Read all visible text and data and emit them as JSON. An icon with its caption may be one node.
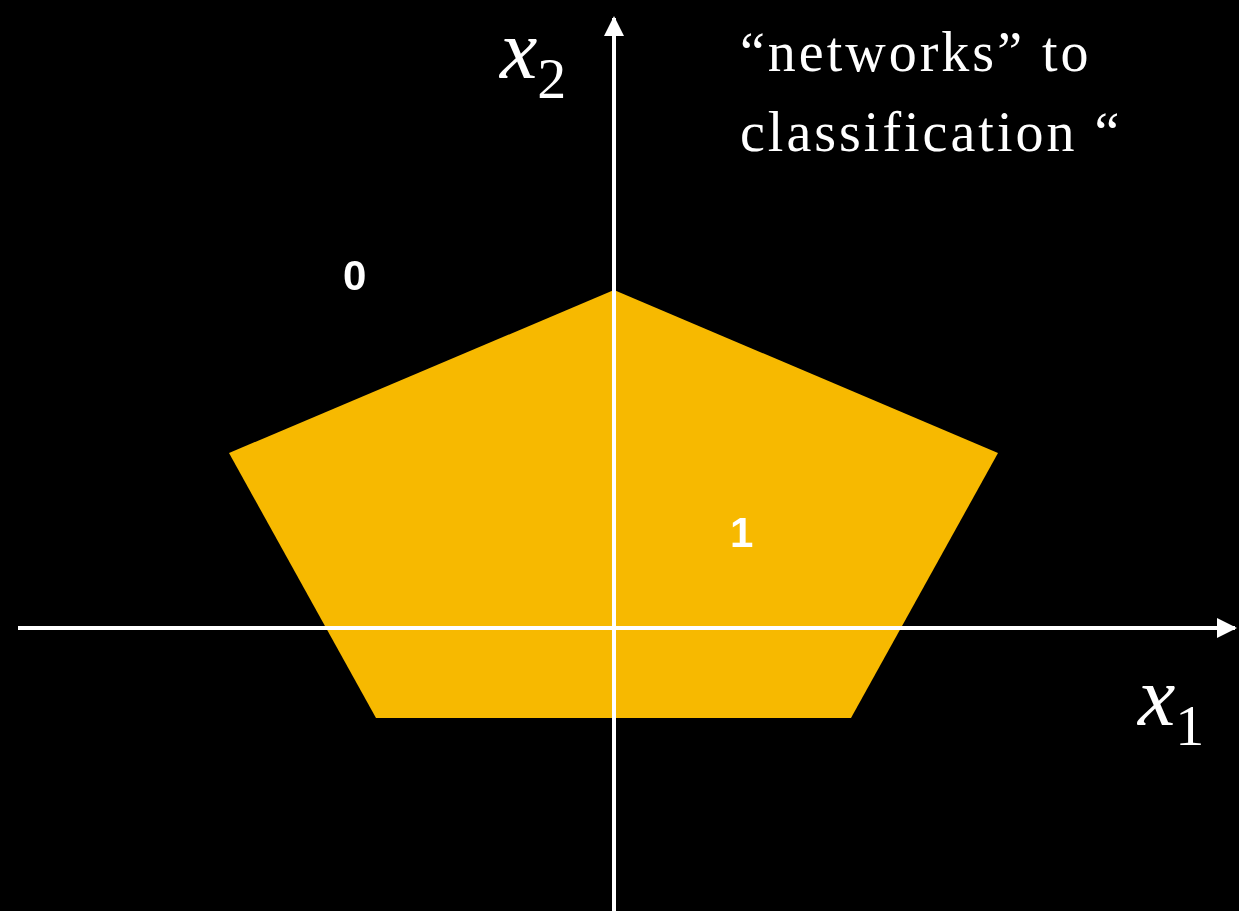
{
  "diagram": {
    "labels": [
      "*x*$_{2}$",
      "“networks” to classification “",
      "0",
      "1",
      "*x*$_{1}$"
    ]
  }
}
